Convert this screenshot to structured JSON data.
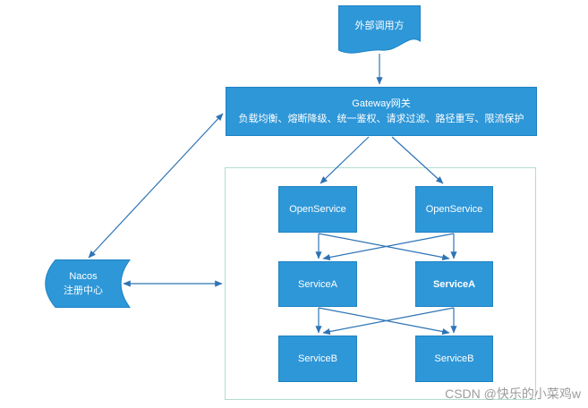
{
  "diagram": {
    "external_caller": {
      "label": "外部调用方"
    },
    "gateway": {
      "title": "Gateway网关",
      "subtitle": "负载均衡、熔断降级、统一鉴权、请求过滤、路径重写、限流保护"
    },
    "nacos": {
      "line1": "Nacos",
      "line2": "注册中心"
    },
    "services": {
      "open_left": "OpenService",
      "open_right": "OpenService",
      "a_left": "ServiceA",
      "a_right": "ServiceA",
      "b_left": "ServiceB",
      "b_right": "ServiceB"
    },
    "colors": {
      "node_fill": "#2E97D8",
      "node_border": "#1D82C4",
      "arrow": "#2E74B5",
      "container_border": "#B2DDCD"
    }
  },
  "watermark": {
    "text": "CSDN @快乐的小菜鸡w",
    "color": "#9C9C9C"
  }
}
